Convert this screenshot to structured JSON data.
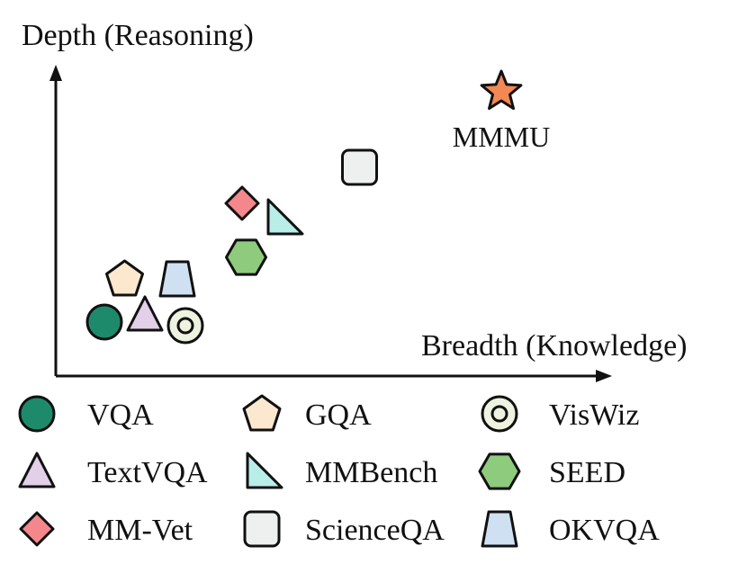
{
  "chart_data": {
    "type": "scatter",
    "xlabel": "Breadth (Knowledge)",
    "ylabel": "Depth (Reasoning)",
    "grid": false,
    "axis_ticks": false,
    "points": [
      {
        "name": "VQA",
        "marker": "circle",
        "fill": "#1e8a6c",
        "x": 1.2,
        "y": 1.5
      },
      {
        "name": "TextVQA",
        "marker": "triangle",
        "fill": "#e2cfe8",
        "x": 2.2,
        "y": 1.7
      },
      {
        "name": "VisWiz",
        "marker": "ring",
        "fill": "#eef3df",
        "x": 3.2,
        "y": 1.4
      },
      {
        "name": "GQA",
        "marker": "pentagon",
        "fill": "#fbe8cf",
        "x": 1.7,
        "y": 2.7
      },
      {
        "name": "OKVQA",
        "marker": "trapezoid",
        "fill": "#cfe0f3",
        "x": 3.0,
        "y": 2.7
      },
      {
        "name": "SEED",
        "marker": "hexagon",
        "fill": "#8ecb7c",
        "x": 4.7,
        "y": 3.3
      },
      {
        "name": "MM-Vet",
        "marker": "diamond",
        "fill": "#f3878c",
        "x": 4.6,
        "y": 4.8
      },
      {
        "name": "MMBench",
        "marker": "right-triangle",
        "fill": "#b8eee7",
        "x": 5.6,
        "y": 4.4
      },
      {
        "name": "ScienceQA",
        "marker": "rounded-square",
        "fill": "#edf0ef",
        "x": 7.5,
        "y": 5.8
      },
      {
        "name": "MMMU",
        "marker": "star",
        "fill": "#f28853",
        "x": 11.0,
        "y": 7.9,
        "label": "MMMU"
      }
    ],
    "legend": {
      "placement": "bottom",
      "entries": [
        "VQA",
        "GQA",
        "VisWiz",
        "TextVQA",
        "MMBench",
        "SEED",
        "MM-Vet",
        "ScienceQA",
        "OKVQA"
      ]
    }
  }
}
